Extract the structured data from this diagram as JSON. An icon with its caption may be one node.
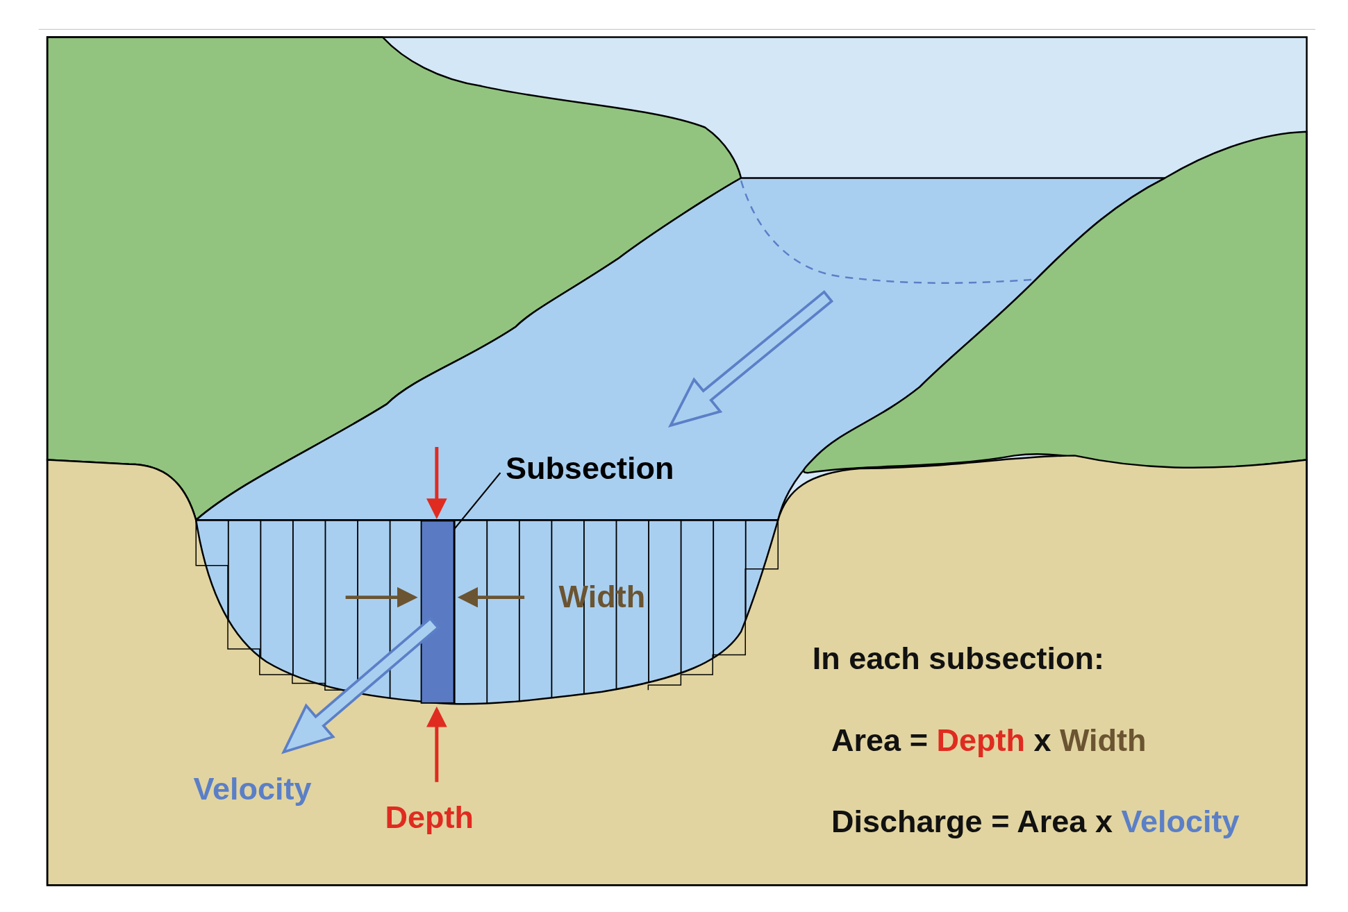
{
  "diagram": {
    "nodes": [
      {
        "text": [
          "Subsection"
        ]
      },
      {
        "text": [],
        "shape": "bar"
      }
    ],
    "edges": [
      {
        "from": 0,
        "to": 1,
        "arrow": "none"
      }
    ],
    "labels": [
      "Width",
      "In each subsection:",
      "Area = Depth x Width",
      "Velocity",
      "Depth",
      "Discharge = Area x Velocity"
    ]
  }
}
